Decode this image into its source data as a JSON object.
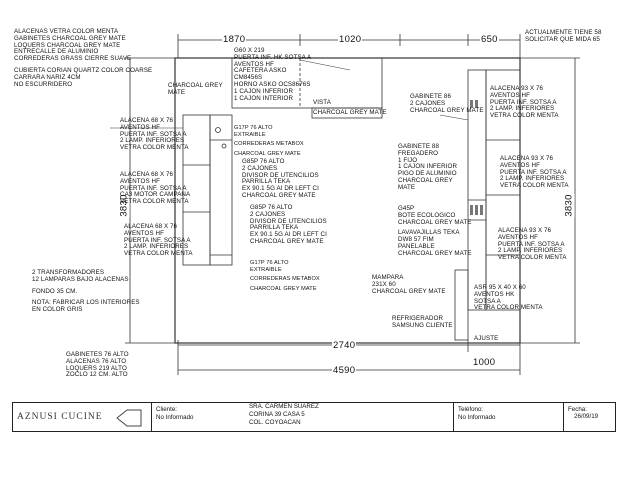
{
  "specs_top_left": [
    "ALACENAS VETRA COLOR MENTA",
    "GABINETES CHARCOAL GREY MATE",
    "LOQUERS CHARCOAL GREY MATE",
    "ENTRECALLE DE ALUMINIO",
    "CORREDERAS GRASS CIERRE SUAVE",
    "",
    "CUBIERTA CORIAN QUARTZ COLOR COARSE",
    "CARRARA NARIZ 4CM",
    "NO ESCURRIDERO"
  ],
  "note_top_right": [
    "ACTUALMENTE TIENE 58",
    "SOLICITAR QUE MIDA 65"
  ],
  "dimensions": {
    "top_1870": "1870",
    "top_1020": "1020",
    "top_650": "650",
    "bottom_2740": "2740",
    "bottom_1000": "1000",
    "bottom_4590": "4590",
    "left_3830": "3830",
    "right_3830": "3830"
  },
  "labels": {
    "g60": [
      "G60 X 219",
      "PUERTA INF. HK SOTSA A",
      "AVENTOS HF",
      "CAFETERA ASKO",
      "CM8456S",
      "HORNO ASKO OCS8676S",
      "1 CAJON INFERIOR",
      "1 CAJON INTERIOR"
    ],
    "charcoal_top": [
      "CHARCOAL GREY",
      "MATE"
    ],
    "vista": [
      "VISTA",
      "CHARCOAL GREY MATE"
    ],
    "g17p_top": [
      "G17P 76 ALTO",
      "EXTRAIBLE",
      "CORREDERAS METABOX",
      "CHARCOAL GREY MATE"
    ],
    "alacena_left_1": [
      "ALACENA 68 X 76",
      "AVENTOS HF",
      "PUERTA INF. SOTSA A",
      "2 LAMP. INFERIORES",
      "VETRA COLOR MENTA"
    ],
    "alacena_left_2": [
      "ALACENA 68 X 76",
      "AVENTOS HF",
      "PUERTA INF. SOTSA A",
      "CA3 MOTOR CAMPANA",
      "VETRA COLOR MENTA"
    ],
    "alacena_left_3": [
      "ALACENA 68 X 76",
      "AVENTOS HF",
      "PUERTA INF. SOTSA A",
      "2 LAMP. INFERIORES",
      "VETRA COLOR MENTA"
    ],
    "g85p_1": [
      "G85P 76 ALTO",
      "2 CAJONES",
      "DIVISOR DE UTENCILIOS",
      "PARRILLA TEKA",
      "EX 90.1 5G AI DR LEFT CI",
      "CHARCOAL GREY MATE"
    ],
    "g85p_2": [
      "G85P 76 ALTO",
      "2 CAJONES",
      "DIVISOR DE UTENCILIOS",
      "PARRILLA TEKA",
      "EX 90.1 5G AI DR LEFT CI",
      "CHARCOAL GREY MATE"
    ],
    "g17p_bottom": [
      "G17P 76 ALTO",
      "EXTRAIBLE",
      "CORREDERAS METABOX",
      "CHARCOAL GREY MATE"
    ],
    "transformers": [
      "2 TRANSFORMADORES",
      "12 LAMPARAS BAJO ALACENAS",
      "",
      "FONDO 35 CM.",
      "",
      "NOTA: FABRICAR LOS INTERIORES",
      "EN COLOR GRIS"
    ],
    "gabinete_86": [
      "GABINETE 86",
      "2 CAJONES",
      "CHARCOAL GREY MATE"
    ],
    "gabinete_88": [
      "GABINETE 88",
      "FREGADERO",
      "1 FIJO",
      "1 CAJON INFERIOR",
      "PIGO DE ALUMINIO",
      "CHARCOAL GREY",
      "MATE"
    ],
    "g45p": [
      "G45P",
      "BOTE ECOLOGICO",
      "CHARCOAL GREY MATE",
      "",
      "LAVAVAJILLAS TEKA",
      "DW8 57 FIM",
      "PANELABLE",
      "CHARCOAL GREY MATE"
    ],
    "alacena_right_1": [
      "ALACENA 93 X 76",
      "AVENTOS HF",
      "PUERTA INF. SOTSA A",
      "2 LAMP. INFERIORES",
      "VETRA COLOR MENTA"
    ],
    "alacena_right_2": [
      "ALACENA 93 X 76",
      "AVENTOS HF",
      "PUERTA INF. SOTSA A",
      "2 LAMP. INFERIORES",
      "VETRA COLOR MENTA"
    ],
    "alacena_right_3": [
      "ALACENA 93 X 76",
      "AVENTOS HF",
      "PUERTA INF. SOTSA A",
      "2 LAMP. INFERIORES",
      "VETRA COLOR MENTA"
    ],
    "mampara": [
      "MAMPARA",
      "231X 60",
      "CHARCOAL GREY MATE"
    ],
    "refrigerador": [
      "REFRIGERADOR",
      "SAMSUNG CLIENTE"
    ],
    "asr": [
      "ASR 95 X 40 X 60",
      "AVENTOS HK",
      "SOTSA A",
      "VETRA COLOR MENTA"
    ],
    "ajuste": "AJUSTE",
    "heights": [
      "GABINETES 76 ALTO",
      "ALACENAS 76 ALTO",
      "LOQUERS 219 ALTO",
      "ZOCLO 12 CM. ALTO"
    ]
  },
  "title_block": {
    "logo": "AZNUSI CUCINE",
    "cliente_label": "Cliente:",
    "cliente_value": "No Informado",
    "address": [
      "SRA. CARMEN SUAREZ",
      "CORINA 39 CASA 5",
      "COL. COYOACAN"
    ],
    "telefono_label": "Teléfono:",
    "telefono_value": "No Informado",
    "fecha_label": "Fecha:",
    "fecha_value": "26/09/19"
  },
  "colors": {
    "line": "#333333",
    "hatch": "#888888",
    "text": "#111111"
  }
}
